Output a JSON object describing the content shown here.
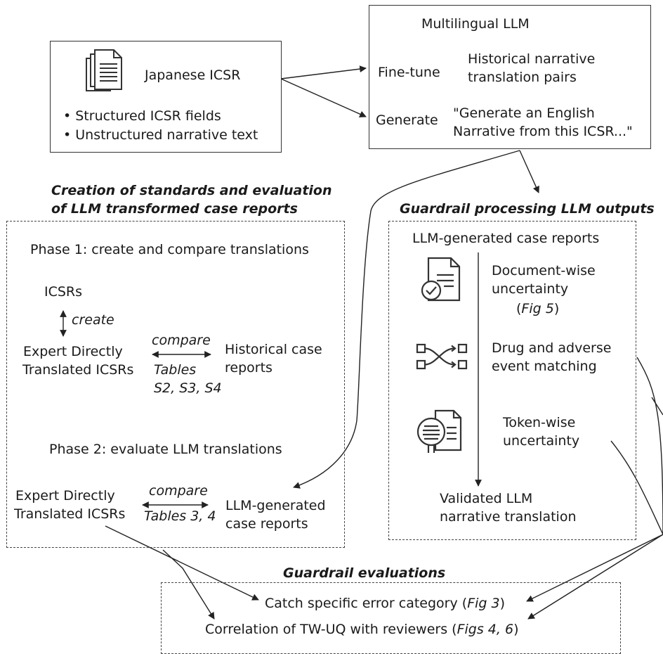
{
  "input": {
    "title": "Japanese ICSR",
    "bullets": [
      "• Structured ICSR fields",
      "• Unstructured narrative text"
    ],
    "icon": "document-icon"
  },
  "llm": {
    "title": "Multilingual LLM",
    "finetune_label": "Fine-tune",
    "finetune_desc": [
      "Historical narrative",
      "translation pairs"
    ],
    "generate_label": "Generate",
    "generate_desc": [
      "\"Generate an English",
      "Narrative from this ICSR...\""
    ]
  },
  "standards": {
    "title": [
      "Creation of standards and evaluation",
      "of LLM transformed case reports"
    ],
    "phase1": "Phase 1: create and compare translations",
    "icsrs": "ICSRs",
    "create": "create",
    "expert1": [
      "Expert Directly",
      "Translated ICSRs"
    ],
    "compare1": "compare",
    "tables1": [
      "Tables",
      "S2, S3, S4"
    ],
    "historical": [
      "Historical case",
      "reports"
    ],
    "phase2": "Phase 2: evaluate LLM translations",
    "expert2": [
      "Expert Directly",
      "Translated ICSRs"
    ],
    "compare2": "compare",
    "tables2": "Tables 3, 4",
    "llm_reports": [
      "LLM-generated",
      "case reports"
    ]
  },
  "guardrail_processing": {
    "title": "Guardrail processing LLM outputs",
    "header": "LLM-generated case reports",
    "doc_wise": [
      "Document-wise",
      "uncertainty"
    ],
    "doc_ref_open": "(",
    "doc_ref_fig": "Fig 5",
    "doc_ref_close": ")",
    "drug": [
      "Drug and adverse",
      "event matching"
    ],
    "token": [
      "Token-wise",
      "uncertainty"
    ],
    "validated": [
      "Validated LLM",
      "narrative translation"
    ],
    "icons": [
      "document-check-icon",
      "matching-icon",
      "magnifier-document-icon"
    ]
  },
  "evaluations": {
    "title": "Guardrail evaluations",
    "catch_text": "Catch specific error category (",
    "catch_fig": "Fig 3",
    "catch_close": ")",
    "corr_text": "Correlation of TW-UQ with reviewers (",
    "corr_fig": "Figs 4, 6",
    "corr_close": ")"
  }
}
